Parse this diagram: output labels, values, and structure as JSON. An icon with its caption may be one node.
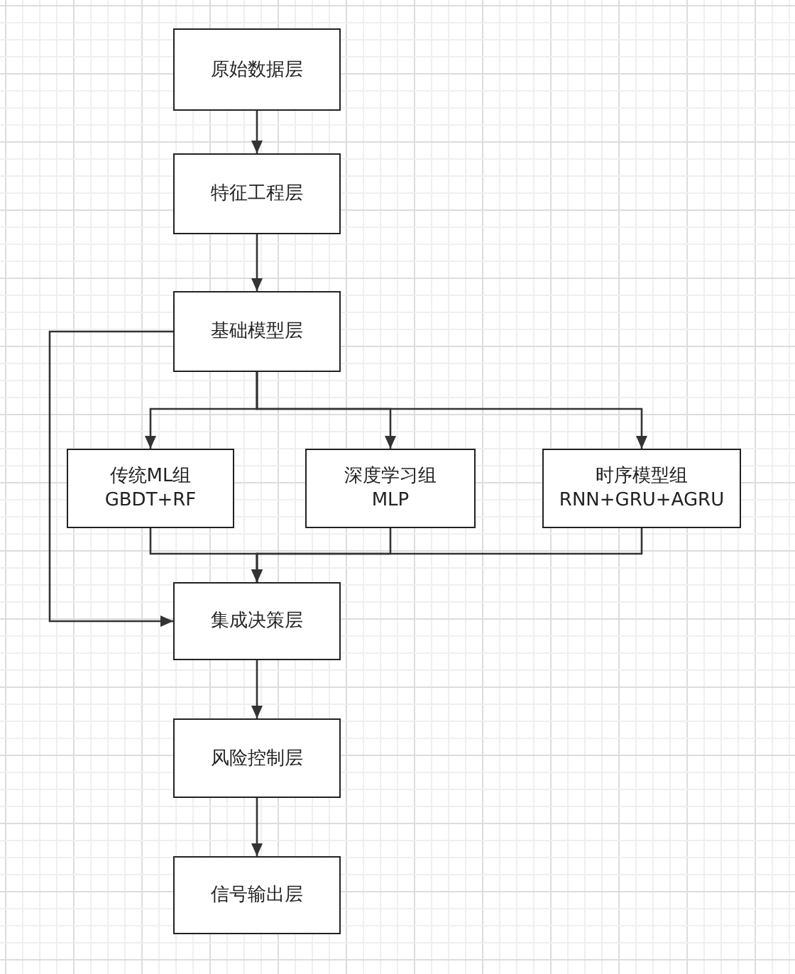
{
  "diagram": {
    "nodes": [
      {
        "text": [
          "原始数据层"
        ]
      },
      {
        "text": [
          "特征工程层"
        ]
      },
      {
        "text": [
          "基础模型层"
        ]
      },
      {
        "text": [
          "传统ML组",
          "GBDT+RF"
        ]
      },
      {
        "text": [
          "深度学习组",
          "MLP"
        ]
      },
      {
        "text": [
          "时序模型组",
          "RNN+GRU+AGRU"
        ]
      },
      {
        "text": [
          "集成决策层"
        ]
      },
      {
        "text": [
          "风险控制层"
        ]
      },
      {
        "text": [
          "信号输出层"
        ]
      }
    ],
    "edges": [
      {
        "from": 0,
        "to": 1,
        "arrow": "to"
      },
      {
        "from": 1,
        "to": 2,
        "arrow": "to"
      },
      {
        "from": 2,
        "to": 3,
        "arrow": "to"
      },
      {
        "from": 2,
        "to": 4,
        "arrow": "to"
      },
      {
        "from": 2,
        "to": 5,
        "arrow": "to"
      },
      {
        "from": 3,
        "to": 6,
        "arrow": "to"
      },
      {
        "from": 4,
        "to": 6,
        "arrow": "to"
      },
      {
        "from": 5,
        "to": 6,
        "arrow": "to"
      },
      {
        "from": 2,
        "to": 6,
        "arrow": "to"
      },
      {
        "from": 6,
        "to": 7,
        "arrow": "to"
      },
      {
        "from": 7,
        "to": 8,
        "arrow": "to"
      }
    ]
  }
}
